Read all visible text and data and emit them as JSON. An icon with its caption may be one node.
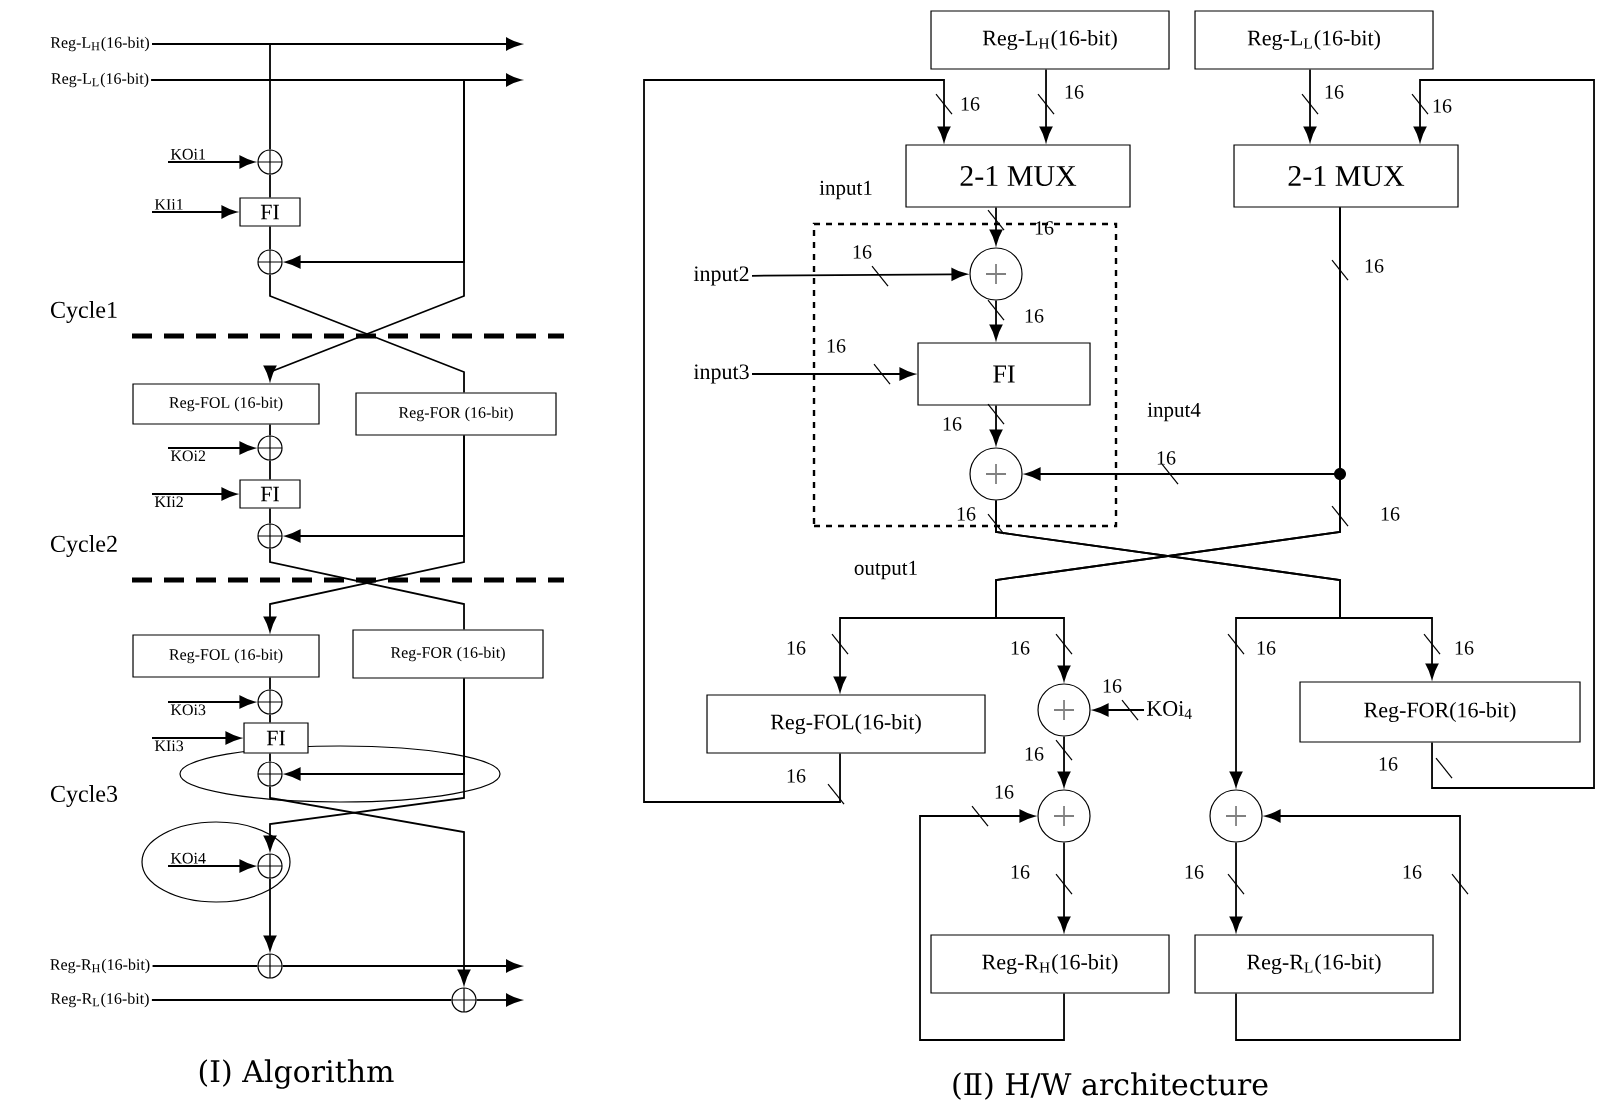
{
  "diagram": {
    "nodes": [
      {
        "text": [
          "Reg-L$_{H}$(16-bit)"
        ]
      },
      {
        "text": [
          "Reg-L$_{L}$(16-bit)"
        ]
      },
      {
        "text": [
          "KOi1"
        ]
      },
      {
        "text": [],
        "shape": "circle"
      },
      {
        "text": [
          "KIi1"
        ]
      },
      {
        "text": [
          "FI"
        ]
      },
      {
        "text": [],
        "shape": "circle"
      },
      {
        "text": [
          "Reg-FOL (16-bit)"
        ]
      },
      {
        "text": [
          "Reg-FOR (16-bit)"
        ]
      },
      {
        "text": [
          "KOi2"
        ]
      },
      {
        "text": [],
        "shape": "circle"
      },
      {
        "text": [
          "KIi2"
        ]
      },
      {
        "text": [
          "FI"
        ]
      },
      {
        "text": [],
        "shape": "circle"
      },
      {
        "text": [
          "Reg-FOL (16-bit)"
        ]
      },
      {
        "text": [
          "Reg-FOR (16-bit)"
        ]
      },
      {
        "text": [
          "KOi3"
        ]
      },
      {
        "text": [],
        "shape": "circle"
      },
      {
        "text": [
          "KIi3"
        ]
      },
      {
        "text": [
          "FI"
        ]
      },
      {
        "text": [],
        "shape": "circle"
      },
      {
        "text": [
          "KOi4"
        ]
      },
      {
        "text": [],
        "shape": "circle"
      },
      {
        "text": [
          "Reg-R$_{H}$(16-bit)"
        ]
      },
      {
        "text": [],
        "shape": "circle"
      },
      {
        "text": [
          "Reg-R$_{L}$(16-bit)"
        ]
      },
      {
        "text": [],
        "shape": "circle"
      },
      {
        "text": [
          "Reg-L$_{H}$(16-bit)"
        ]
      },
      {
        "text": [
          "Reg-L$_{L}$(16-bit)"
        ]
      },
      {
        "text": [
          "2-1 MUX"
        ]
      },
      {
        "text": [
          "2-1 MUX"
        ]
      },
      {
        "text": [],
        "shape": "box"
      },
      {
        "text": [
          "input2"
        ]
      },
      {
        "text": [
          "input3"
        ]
      },
      {
        "text": [],
        "shape": "circle",
        "in": 31
      },
      {
        "text": [
          "FI"
        ],
        "in": 31
      },
      {
        "text": [],
        "shape": "circle",
        "in": 31
      },
      {
        "text": [
          "Reg-FOL(16-bit)"
        ]
      },
      {
        "text": [],
        "shape": "circle"
      },
      {
        "text": [
          "KOi$_{4}$"
        ]
      },
      {
        "text": [
          "Reg-FOR(16-bit)"
        ]
      },
      {
        "text": [],
        "shape": "circle"
      },
      {
        "text": [],
        "shape": "circle"
      },
      {
        "text": [
          "Reg-R$_{H}$(16-bit)"
        ]
      },
      {
        "text": [
          "Reg-R$_{L}$(16-bit)"
        ]
      }
    ],
    "edges": [
      {
        "from": 0,
        "to": null,
        "arrow": "to"
      },
      {
        "from": 0,
        "to": 3,
        "arrow": "none"
      },
      {
        "from": 1,
        "to": null,
        "arrow": "to"
      },
      {
        "from": 1,
        "to": 6,
        "arrow": "to"
      },
      {
        "from": 1,
        "to": 7,
        "arrow": "to"
      },
      {
        "from": 2,
        "to": 3,
        "arrow": "to"
      },
      {
        "from": 3,
        "to": 5,
        "arrow": "none"
      },
      {
        "from": 4,
        "to": 5,
        "arrow": "to"
      },
      {
        "from": 5,
        "to": 6,
        "arrow": "none"
      },
      {
        "from": 6,
        "to": 8,
        "arrow": "none"
      },
      {
        "from": 7,
        "to": 10,
        "arrow": "none"
      },
      {
        "from": 9,
        "to": 10,
        "arrow": "to"
      },
      {
        "from": 10,
        "to": 12,
        "arrow": "none"
      },
      {
        "from": 11,
        "to": 12,
        "arrow": "to"
      },
      {
        "from": 12,
        "to": 13,
        "arrow": "none"
      },
      {
        "from": 8,
        "to": 13,
        "arrow": "to"
      },
      {
        "from": 13,
        "to": 15,
        "arrow": "none"
      },
      {
        "from": 8,
        "to": 14,
        "arrow": "to"
      },
      {
        "from": 14,
        "to": 17,
        "arrow": "none"
      },
      {
        "from": 16,
        "to": 17,
        "arrow": "to"
      },
      {
        "from": 17,
        "to": 19,
        "arrow": "none"
      },
      {
        "from": 18,
        "to": 19,
        "arrow": "to"
      },
      {
        "from": 19,
        "to": 20,
        "arrow": "none"
      },
      {
        "from": 15,
        "to": 20,
        "arrow": "to"
      },
      {
        "from": 20,
        "to": 26,
        "arrow": "to"
      },
      {
        "from": 15,
        "to": 22,
        "arrow": "to"
      },
      {
        "from": 21,
        "to": 22,
        "arrow": "to"
      },
      {
        "from": 22,
        "to": 24,
        "arrow": "to"
      },
      {
        "from": 23,
        "to": 24,
        "arrow": "none"
      },
      {
        "from": 24,
        "to": null,
        "arrow": "to"
      },
      {
        "from": 25,
        "to": 26,
        "arrow": "none"
      },
      {
        "from": 26,
        "to": null,
        "arrow": "to"
      },
      {
        "from": 27,
        "to": 29,
        "arrow": "to"
      },
      {
        "from": 28,
        "to": 30,
        "arrow": "to"
      },
      {
        "from": 29,
        "to": 34,
        "arrow": "to"
      },
      {
        "from": 32,
        "to": 34,
        "arrow": "to"
      },
      {
        "from": 34,
        "to": 35,
        "arrow": "to"
      },
      {
        "from": 33,
        "to": 35,
        "arrow": "to"
      },
      {
        "from": 35,
        "to": 36,
        "arrow": "to"
      },
      {
        "from": 30,
        "to": 36,
        "arrow": "to"
      },
      {
        "from": 36,
        "to": 40,
        "arrow": "to"
      },
      {
        "from": 36,
        "to": 42,
        "arrow": "to"
      },
      {
        "from": 30,
        "to": 37,
        "arrow": "to"
      },
      {
        "from": 30,
        "to": 38,
        "arrow": "to"
      },
      {
        "from": 39,
        "to": 38,
        "arrow": "to"
      },
      {
        "from": 38,
        "to": 41,
        "arrow": "to"
      },
      {
        "from": 41,
        "to": 43,
        "arrow": "to"
      },
      {
        "from": 42,
        "to": 44,
        "arrow": "to"
      },
      {
        "from": 43,
        "to": 41,
        "arrow": "to"
      },
      {
        "from": 44,
        "to": 42,
        "arrow": "to"
      },
      {
        "from": 37,
        "to": 29,
        "arrow": "to"
      },
      {
        "from": 40,
        "to": 30,
        "arrow": "to"
      }
    ],
    "labels": [
      "Cycle1",
      "Cycle2",
      "Cycle3",
      "(I) Algorithm",
      "16",
      "16",
      "16",
      "16",
      "input1",
      "16",
      "16",
      "16",
      "16",
      "16",
      "input4",
      "16",
      "16",
      "16",
      "16",
      "output1",
      "16",
      "16",
      "16",
      "16",
      "16",
      "16",
      "16",
      "16",
      "16",
      "16",
      "16",
      "16",
      "(Ⅱ) H/W architecture"
    ]
  }
}
